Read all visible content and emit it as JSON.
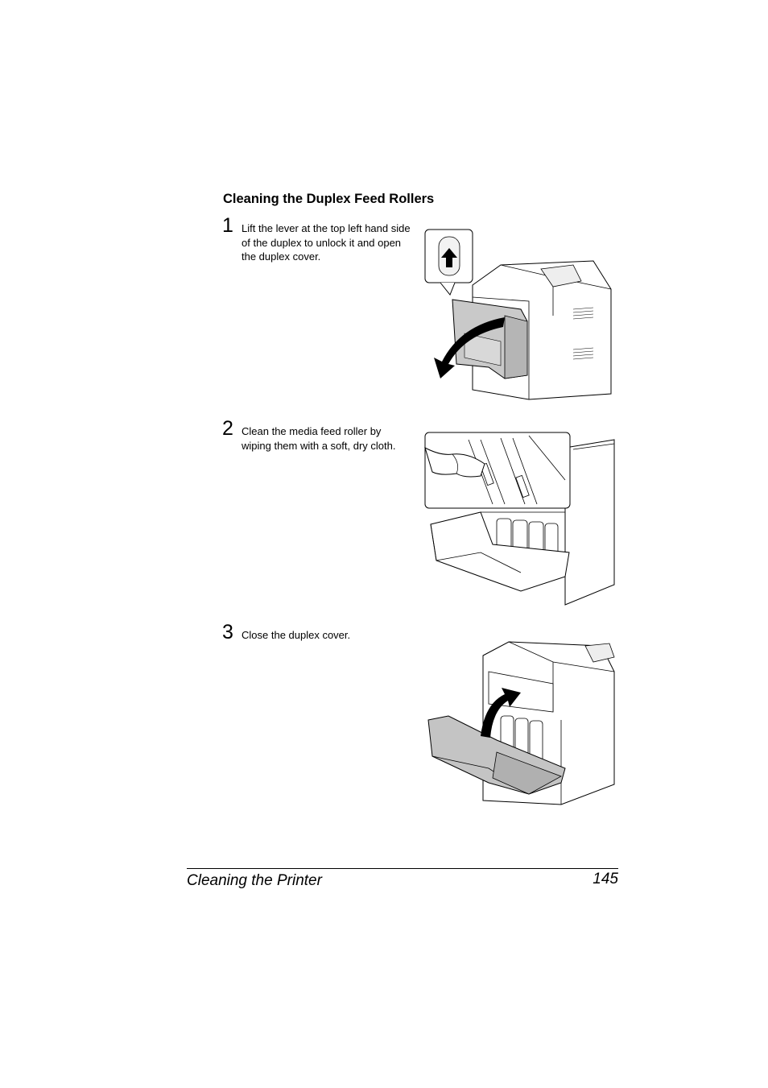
{
  "section": {
    "heading": "Cleaning the Duplex Feed Rollers"
  },
  "steps": [
    {
      "number": "1",
      "text": "Lift the lever at the top left hand side of the duplex to unlock it and open the duplex cover."
    },
    {
      "number": "2",
      "text": "Clean the media feed roller by wiping them with a soft, dry cloth."
    },
    {
      "number": "3",
      "text": "Close the duplex cover."
    }
  ],
  "footer": {
    "title": "Cleaning the Printer",
    "page": "145"
  }
}
